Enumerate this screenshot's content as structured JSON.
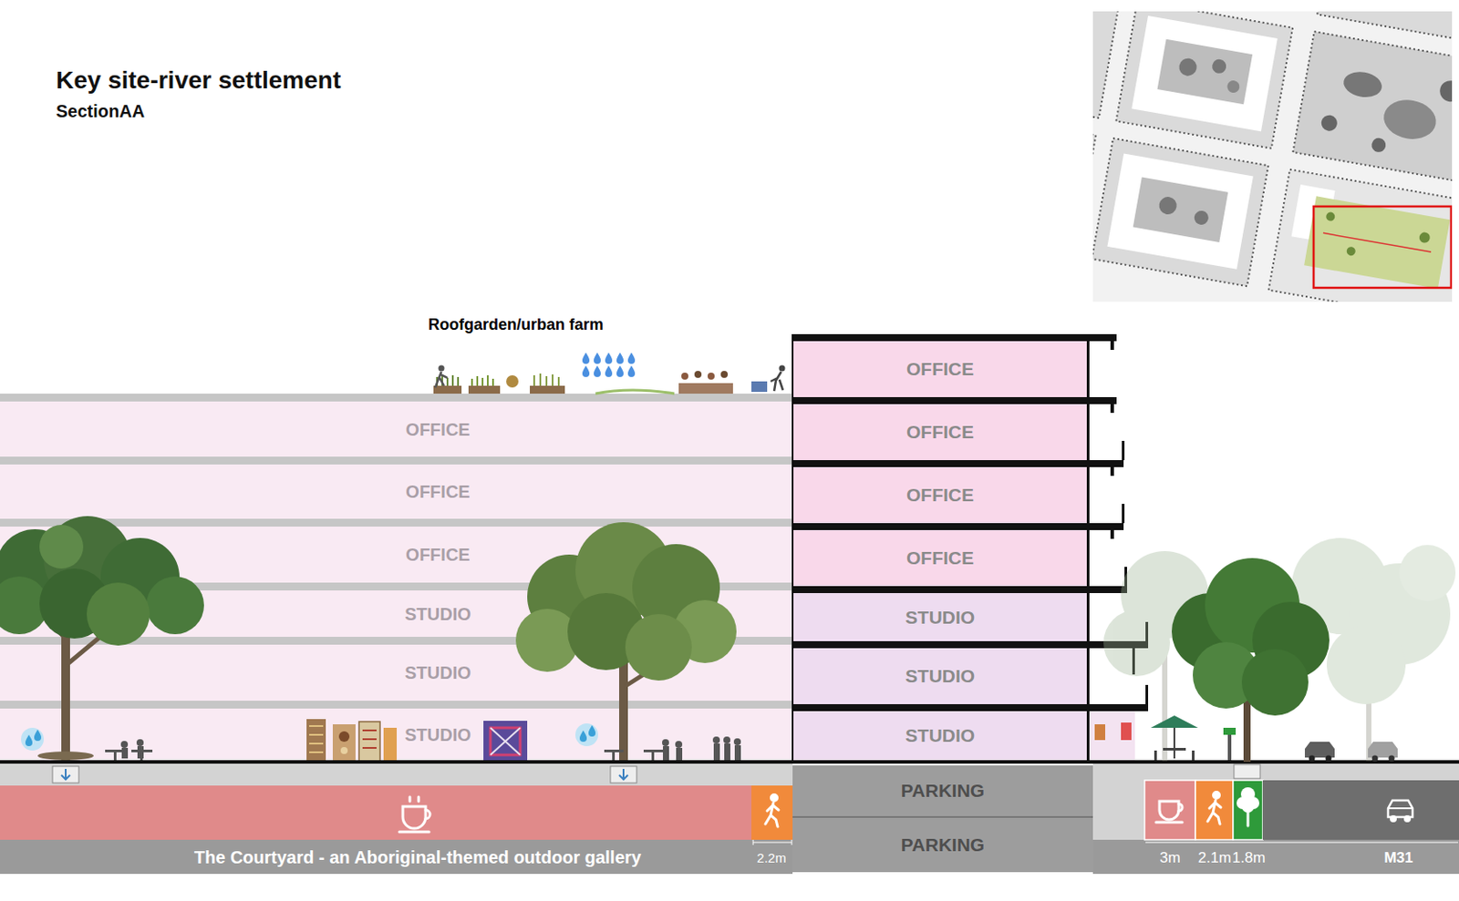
{
  "diagram": {
    "title": "Key site-river settlement",
    "nodes": [
      {
        "text": [
          "OFFICE"
        ]
      },
      {
        "text": [
          "OFFICE"
        ]
      },
      {
        "text": [
          "OFFICE"
        ]
      },
      {
        "text": [
          "STUDIO"
        ]
      },
      {
        "text": [
          "STUDIO"
        ]
      },
      {
        "text": [
          "STUDIO"
        ]
      },
      {
        "text": [
          "OFFICE"
        ]
      },
      {
        "text": [
          "OFFICE"
        ]
      },
      {
        "text": [
          "OFFICE"
        ]
      },
      {
        "text": [
          "OFFICE"
        ]
      },
      {
        "text": [
          "STUDIO"
        ]
      },
      {
        "text": [
          "STUDIO"
        ]
      },
      {
        "text": [
          "STUDIO"
        ]
      },
      {
        "text": [
          "PARKING"
        ]
      },
      {
        "text": [
          "PARKING"
        ]
      },
      {
        "text": [
          "The Courtyard - an Aboriginal-themed outdoor gallery"
        ]
      }
    ],
    "labels": [
      "SectionAA",
      "Roofgarden/urban farm",
      "2.2m",
      "3m",
      "2.1m",
      "1.8m",
      "M31"
    ]
  }
}
